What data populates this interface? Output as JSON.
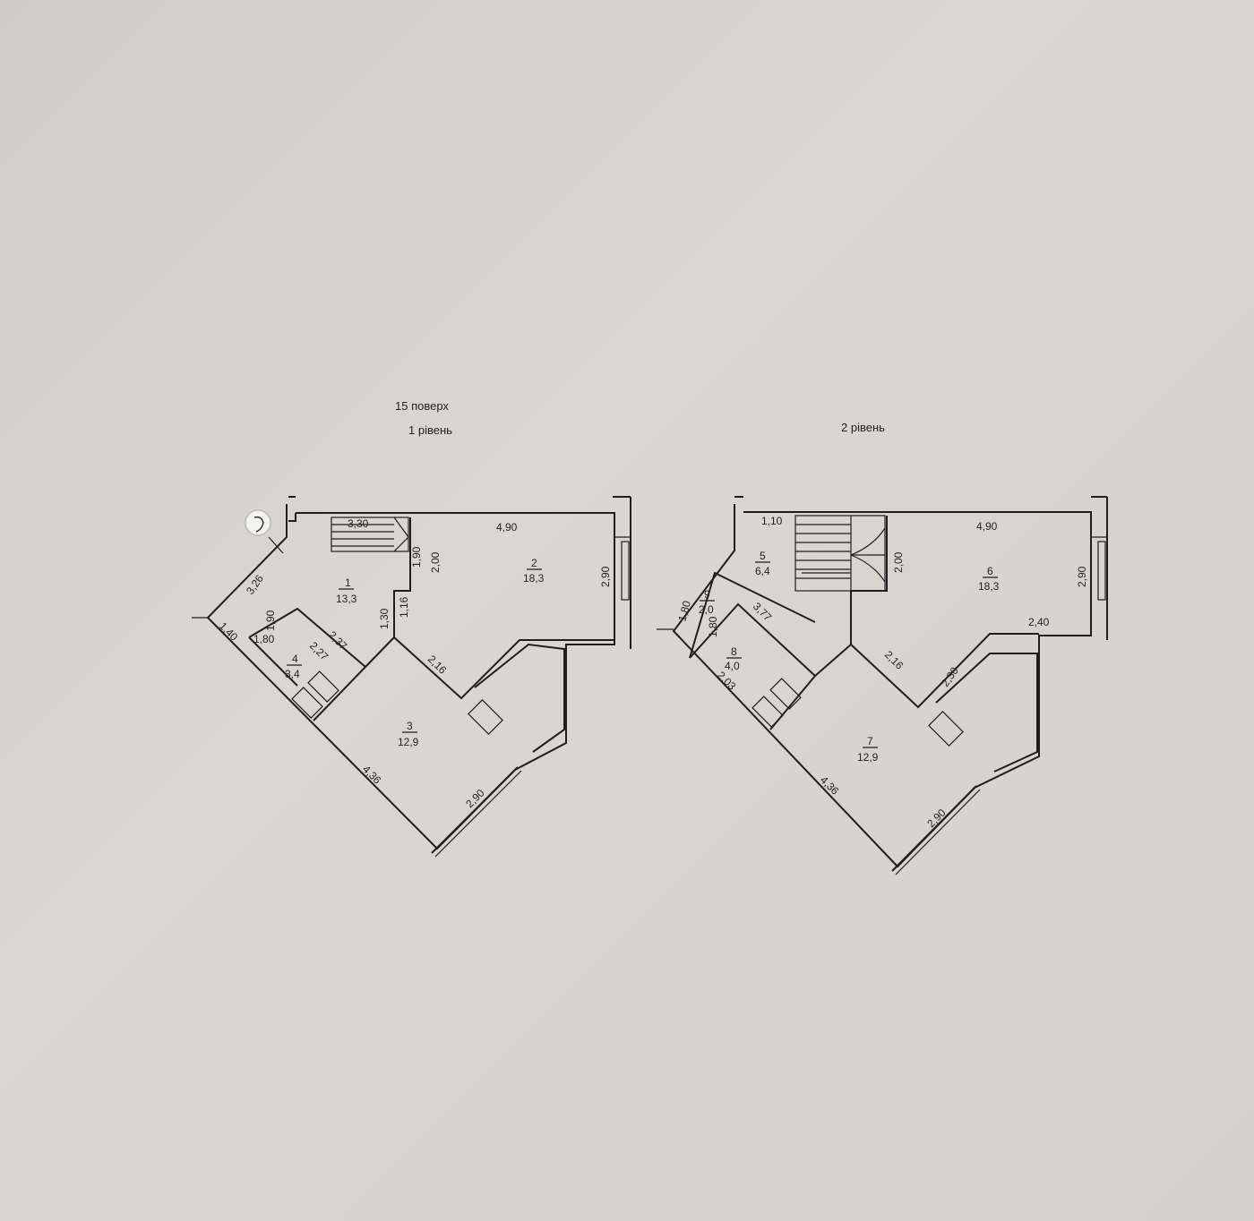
{
  "header": {
    "floor": "15 поверх",
    "level1": "1 рівень",
    "level2": "2 рівень"
  },
  "level1": {
    "rooms": [
      {
        "num": "1",
        "area": "13,3"
      },
      {
        "num": "2",
        "area": "18,3"
      },
      {
        "num": "3",
        "area": "12,9"
      },
      {
        "num": "4",
        "area": "3,4"
      }
    ],
    "dims": [
      "3,30",
      "4,90",
      "1,90",
      "2,00",
      "2,90",
      "3,26",
      "1,30",
      "1,16",
      "1,90",
      "1,80",
      "2,37",
      "2,27",
      "1,40",
      "2,16",
      "4,36",
      "2,90"
    ]
  },
  "level2": {
    "rooms": [
      {
        "num": "5",
        "area": "6,4"
      },
      {
        "num": "6",
        "area": "18,3"
      },
      {
        "num": "7",
        "area": "12,9"
      },
      {
        "num": "8",
        "area": "4,0"
      },
      {
        "num": "9",
        "area": "2,0"
      }
    ],
    "dims": [
      "1,10",
      "4,90",
      "2,00",
      "2,90",
      "1,80",
      "3,77",
      "1,80",
      "2,40",
      "2,16",
      "2,30",
      "2,03",
      "4,36",
      "2,90"
    ]
  }
}
